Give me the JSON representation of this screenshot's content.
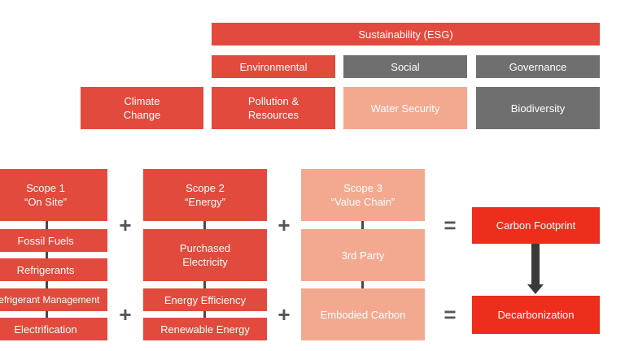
{
  "colors": {
    "red": "#e14a3c",
    "salmon": "#f3a98f",
    "gray": "#6f6f6f",
    "bright": "#ee2e1c"
  },
  "esg": {
    "title": "Sustainability (ESG)",
    "pillars": [
      "Environmental",
      "Social",
      "Governance"
    ],
    "topics": [
      "Climate\nChange",
      "Pollution &\nResources",
      "Water Security",
      "Biodiversity"
    ]
  },
  "scope1": {
    "header": "Scope 1\n“On Site”",
    "items": [
      "Fossil Fuels",
      "Refrigerants",
      "Refrigerant Management",
      "Electrification"
    ]
  },
  "scope2": {
    "header": "Scope 2\n“Energy”",
    "items": [
      "Purchased\nElectricity",
      "Energy Efficiency",
      "Renewable Energy"
    ]
  },
  "scope3": {
    "header": "Scope 3\n“Value Chain”",
    "items": [
      "3rd Party",
      "Embodied Carbon"
    ]
  },
  "operators": {
    "plus": "+",
    "equals": "="
  },
  "results": {
    "footprint": "Carbon Footprint",
    "decarbonization": "Decarbonization"
  }
}
